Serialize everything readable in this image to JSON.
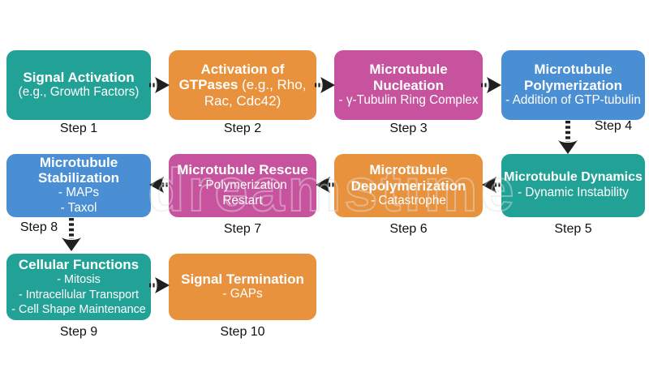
{
  "palette": {
    "teal": "#22A296",
    "orange": "#E8923E",
    "pink": "#C7539E",
    "blue": "#4A8ED3",
    "arrow_color": "#1F1F1F",
    "box_text_color": "#FFFFFF",
    "label_color": "#111111",
    "background": "#FFFFFF"
  },
  "watermark": {
    "text": "dreamstime"
  },
  "steps": [
    {
      "label": "Step 1",
      "color": "teal",
      "title": "Signal Activation",
      "lines": [
        "(e.g., Growth Factors)"
      ]
    },
    {
      "label": "Step 2",
      "color": "orange",
      "title": "Activation of GTPases",
      "inline": " (e.g., Rho, Rac, Cdc42)",
      "lines": []
    },
    {
      "label": "Step 3",
      "color": "pink",
      "title": "Microtubule Nucleation",
      "lines": [
        "- γ-Tubulin Ring Complex"
      ]
    },
    {
      "label": "Step 4",
      "color": "blue",
      "title": "Microtubule Polymerization",
      "lines": [
        "- Addition of GTP-tubulin"
      ]
    },
    {
      "label": "Step 5",
      "color": "teal",
      "title": "Microtubule Dynamics",
      "lines": [
        "- Dynamic Instability"
      ]
    },
    {
      "label": "Step 6",
      "color": "orange",
      "title": "Microtubule Depolymerization",
      "lines": [
        "- Catastrophe"
      ]
    },
    {
      "label": "Step 7",
      "color": "pink",
      "title": "Microtubule Rescue",
      "lines": [
        "- Polymerization",
        "Restart"
      ]
    },
    {
      "label": "Step 8",
      "color": "blue",
      "title": "Microtubule Stabilization",
      "lines": [
        "- MAPs",
        "- Taxol"
      ]
    },
    {
      "label": "Step 9",
      "color": "teal",
      "title": "Cellular Functions",
      "lines": [
        "- Mitosis",
        "- Intracellular Transport",
        "- Cell Shape Maintenance"
      ]
    },
    {
      "label": "Step 10",
      "color": "orange",
      "title": "Signal Termination",
      "lines": [
        "- GAPs"
      ]
    }
  ]
}
